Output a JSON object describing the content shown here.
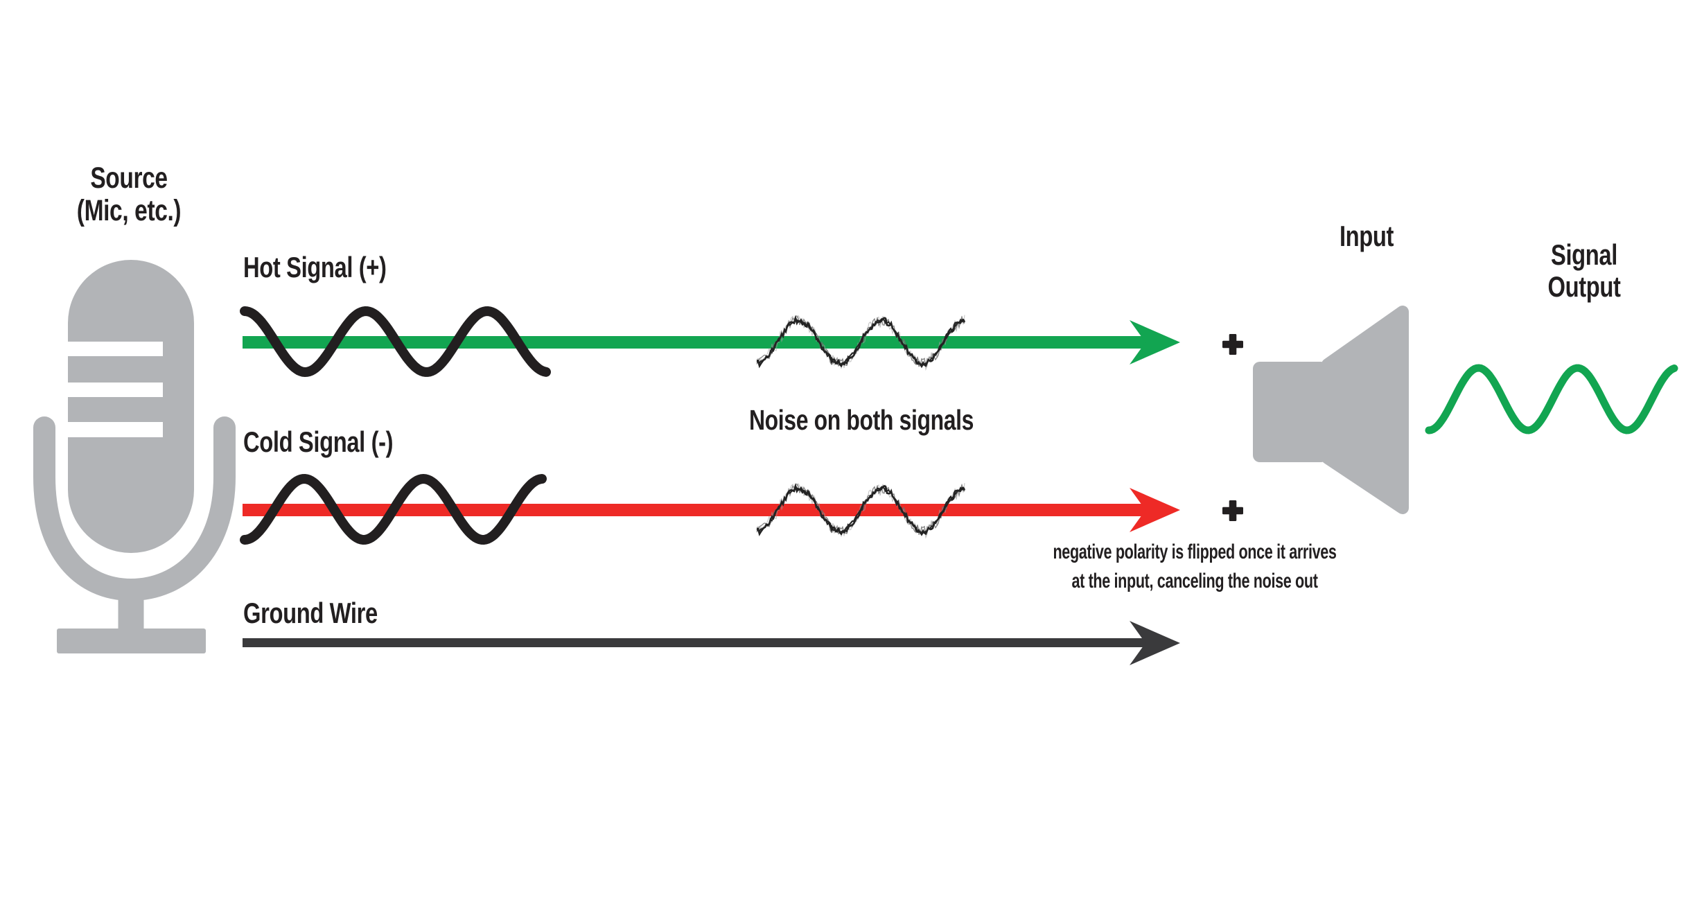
{
  "labels": {
    "source_line1": "Source",
    "source_line2": "(Mic, etc.)",
    "hot_signal": "Hot Signal (+)",
    "cold_signal": "Cold Signal (-)",
    "noise": "Noise on both signals",
    "ground_wire": "Ground Wire",
    "input": "Input",
    "signal_output_line1": "Signal",
    "signal_output_line2": "Output",
    "note_line1": "negative polarity is flipped once it arrives",
    "note_line2": "at the input, canceling the noise out"
  },
  "icons": {
    "source": "microphone-icon",
    "input": "speaker-icon",
    "sum": "plus-icon",
    "plus_glyph": "+"
  },
  "colors": {
    "signal_green": "#12a551",
    "signal_red": "#ee2a26",
    "ground_dark": "#3a3a3c",
    "icon_gray": "#b2b4b7",
    "text_black": "#221f20",
    "noise_core": "#232323",
    "noise_fuzz1": "#6f6f6f",
    "noise_fuzz2": "#9c9c9c",
    "background": "#ffffff"
  }
}
